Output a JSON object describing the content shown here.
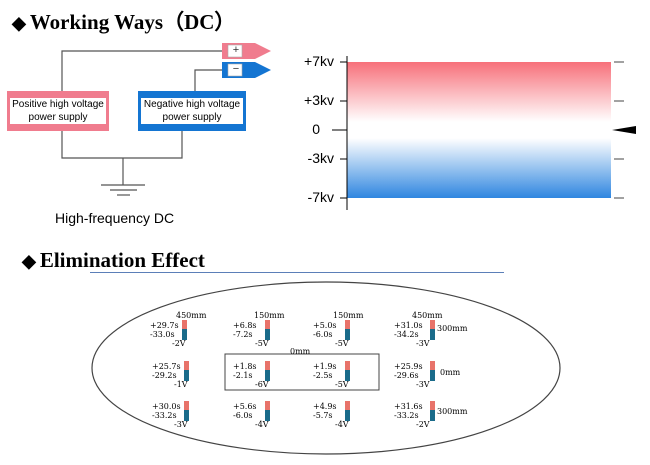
{
  "section1": {
    "title": "Working Ways（DC）"
  },
  "section2": {
    "title": "Elimination Effect"
  },
  "diagram": {
    "positive_supply": [
      "Positive high voltage",
      "power supply"
    ],
    "negative_supply": [
      "Negative high voltage",
      "power supply"
    ],
    "plus_sign": "+",
    "minus_sign": "−",
    "caption": "High-frequency DC",
    "colors": {
      "positive": "#f07c8e",
      "negative": "#1475d2"
    }
  },
  "waveform": {
    "ticks": [
      "+7kv",
      "+3kv",
      "0",
      "-3kv",
      "-7kv"
    ],
    "colors": {
      "top": "#f7707a",
      "bottom": "#2f86e0"
    }
  },
  "effect": {
    "top_labels": [
      "450mm",
      "150mm",
      "150mm",
      "450mm"
    ],
    "side_labels": [
      "300mm",
      "0mm",
      "300mm"
    ],
    "center_label": "0mm",
    "rows": [
      [
        {
          "pos": "+29.7s",
          "neg": "-33.0s",
          "volt": "-2V"
        },
        {
          "pos": "+6.8s",
          "neg": "-7.2s",
          "volt": "-5V"
        },
        {
          "pos": "+5.0s",
          "neg": "-6.0s",
          "volt": "-5V"
        },
        {
          "pos": "+31.0s",
          "neg": "-34.2s",
          "volt": "-3V"
        }
      ],
      [
        {
          "pos": "+25.7s",
          "neg": "-29.2s",
          "volt": "-1V"
        },
        {
          "pos": "+1.8s",
          "neg": "-2.1s",
          "volt": "-6V"
        },
        {
          "pos": "+1.9s",
          "neg": "-2.5s",
          "volt": "-5V"
        },
        {
          "pos": "+25.9s",
          "neg": "-29.6s",
          "volt": "-3V"
        }
      ],
      [
        {
          "pos": "+30.0s",
          "neg": "-33.2s",
          "volt": "-3V"
        },
        {
          "pos": "+5.6s",
          "neg": "-6.0s",
          "volt": "-4V"
        },
        {
          "pos": "+4.9s",
          "neg": "-5.7s",
          "volt": "-4V"
        },
        {
          "pos": "+31.6s",
          "neg": "-33.2s",
          "volt": "-2V"
        }
      ]
    ]
  }
}
